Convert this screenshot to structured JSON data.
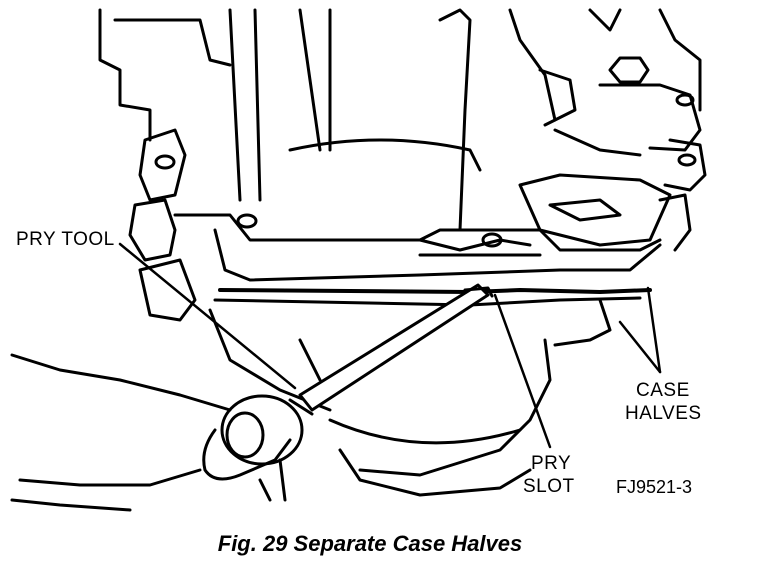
{
  "labels": {
    "pry_tool": "PRY TOOL",
    "case_halves_line1": "CASE",
    "case_halves_line2": "HALVES",
    "pry_slot_line1": "PRY",
    "pry_slot_line2": "SLOT",
    "figure_id": "FJ9521-3"
  },
  "caption": "Fig. 29 Separate Case Halves",
  "colors": {
    "ink": "#000000",
    "paper": "#ffffff"
  }
}
